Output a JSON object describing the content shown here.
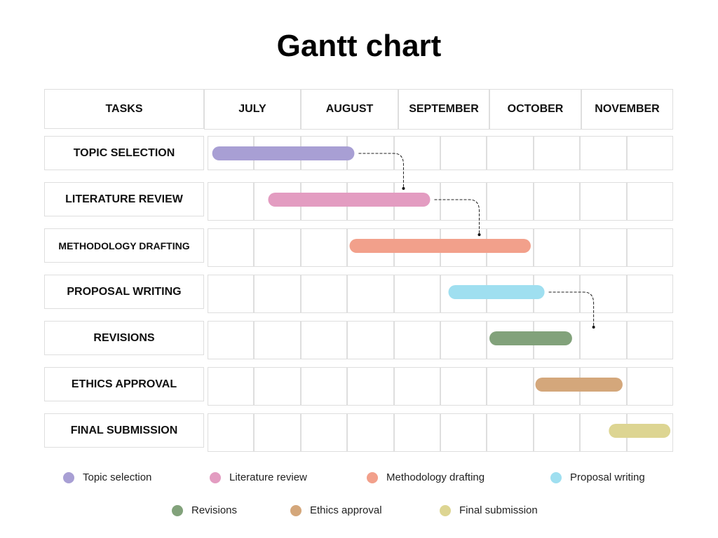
{
  "chart_data": {
    "type": "gantt",
    "title": "Gantt chart",
    "task_column_header": "TASKS",
    "months": [
      "JULY",
      "AUGUST",
      "SEPTEMBER",
      "OCTOBER",
      "NOVEMBER"
    ],
    "tasks": [
      {
        "label": "TOPIC SELECTION",
        "start": 0.05,
        "end": 1.55,
        "color": "#a89fd4"
      },
      {
        "label": "LITERATURE REVIEW",
        "start": 0.65,
        "end": 2.35,
        "color": "#e39cc1"
      },
      {
        "label": "METHODOLOGY DRAFTING",
        "start": 1.5,
        "end": 3.45,
        "color": "#f2a08b"
      },
      {
        "label": "PROPOSAL WRITING",
        "start": 2.55,
        "end": 3.6,
        "color": "#9fdff0"
      },
      {
        "label": "REVISIONS",
        "start": 3.0,
        "end": 3.9,
        "color": "#82a27b"
      },
      {
        "label": "ETHICS APPROVAL",
        "start": 3.5,
        "end": 4.45,
        "color": "#d4a77b"
      },
      {
        "label": "FINAL SUBMISSION",
        "start": 4.3,
        "end": 4.97,
        "color": "#ddd592"
      }
    ],
    "dependencies": [
      {
        "from": 0,
        "to": 1
      },
      {
        "from": 1,
        "to": 2
      },
      {
        "from": 3,
        "to": 4
      }
    ],
    "legend": [
      {
        "label": "Topic selection",
        "color": "#a89fd4"
      },
      {
        "label": "Literature review",
        "color": "#e39cc1"
      },
      {
        "label": "Methodology drafting",
        "color": "#f2a08b"
      },
      {
        "label": "Proposal writing",
        "color": "#9fdff0"
      },
      {
        "label": "Revisions",
        "color": "#82a27b"
      },
      {
        "label": "Ethics approval",
        "color": "#d4a77b"
      },
      {
        "label": "Final submission",
        "color": "#ddd592"
      }
    ]
  }
}
